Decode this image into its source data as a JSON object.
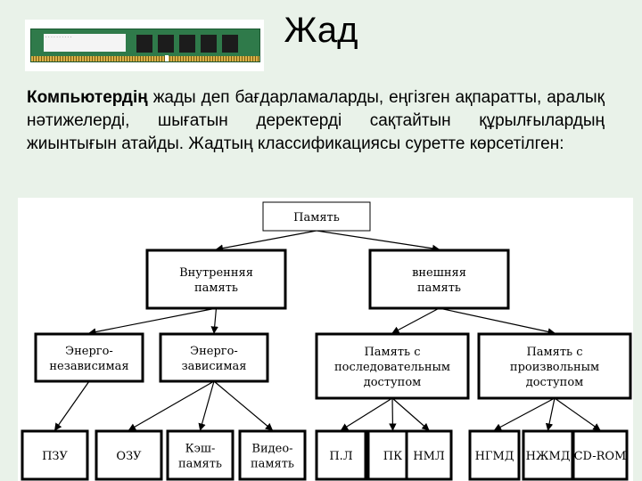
{
  "title": "Жад",
  "paragraph": {
    "bold_lead": "Компьютердің",
    "text": " жады деп бағдарламаларды, еңгізген ақпаратты, аралық нәтижелерді, шығатын деректерді сақтайтын құрылғылардың жиынтығын атайды. Жадтың классификациясы суретте көрсетілген:"
  },
  "ram_image": {
    "icon": "ram-module-icon"
  },
  "diagram": {
    "root": [
      "Память"
    ],
    "internal": [
      "Внутренняя",
      "память"
    ],
    "external": [
      "внешняя",
      "память"
    ],
    "nonvolatile": [
      "Энерго-",
      "независимая"
    ],
    "volatile": [
      "Энерго-",
      "зависимая"
    ],
    "sequential": [
      "Память с",
      "последовательным",
      "доступом"
    ],
    "random": [
      "Память с",
      "произвольным",
      "доступом"
    ],
    "pzu": [
      "ПЗУ"
    ],
    "ozu": [
      "ОЗУ"
    ],
    "cache": [
      "Кэш-",
      "память"
    ],
    "video": [
      "Видео-",
      "память"
    ],
    "pl": [
      "П.Л"
    ],
    "pk": [
      "ПК"
    ],
    "nml": [
      "НМЛ"
    ],
    "ngmd": [
      "НГМД"
    ],
    "nzhmd": [
      "НЖМД"
    ],
    "cdrom": [
      "CD-ROM"
    ]
  }
}
